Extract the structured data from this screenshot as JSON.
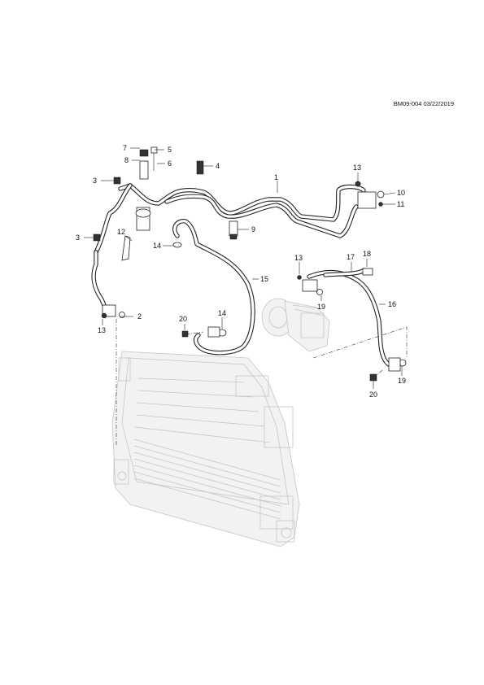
{
  "reference": "BM09-004 03/22/2019",
  "callouts": {
    "c1": "1",
    "c2": "2",
    "c3a": "3",
    "c3b": "3",
    "c4": "4",
    "c5": "5",
    "c6": "6",
    "c7": "7",
    "c8": "8",
    "c9": "9",
    "c10": "10",
    "c11": "11",
    "c12": "12",
    "c13a": "13",
    "c13b": "13",
    "c13c": "13",
    "c14a": "14",
    "c14b": "14",
    "c15": "15",
    "c16": "16",
    "c17": "17",
    "c18": "18",
    "c19a": "19",
    "c19b": "19",
    "c20a": "20",
    "c20b": "20"
  },
  "colors": {
    "line": "#222222",
    "ghost": "#c4c4c4",
    "background": "#ffffff"
  }
}
